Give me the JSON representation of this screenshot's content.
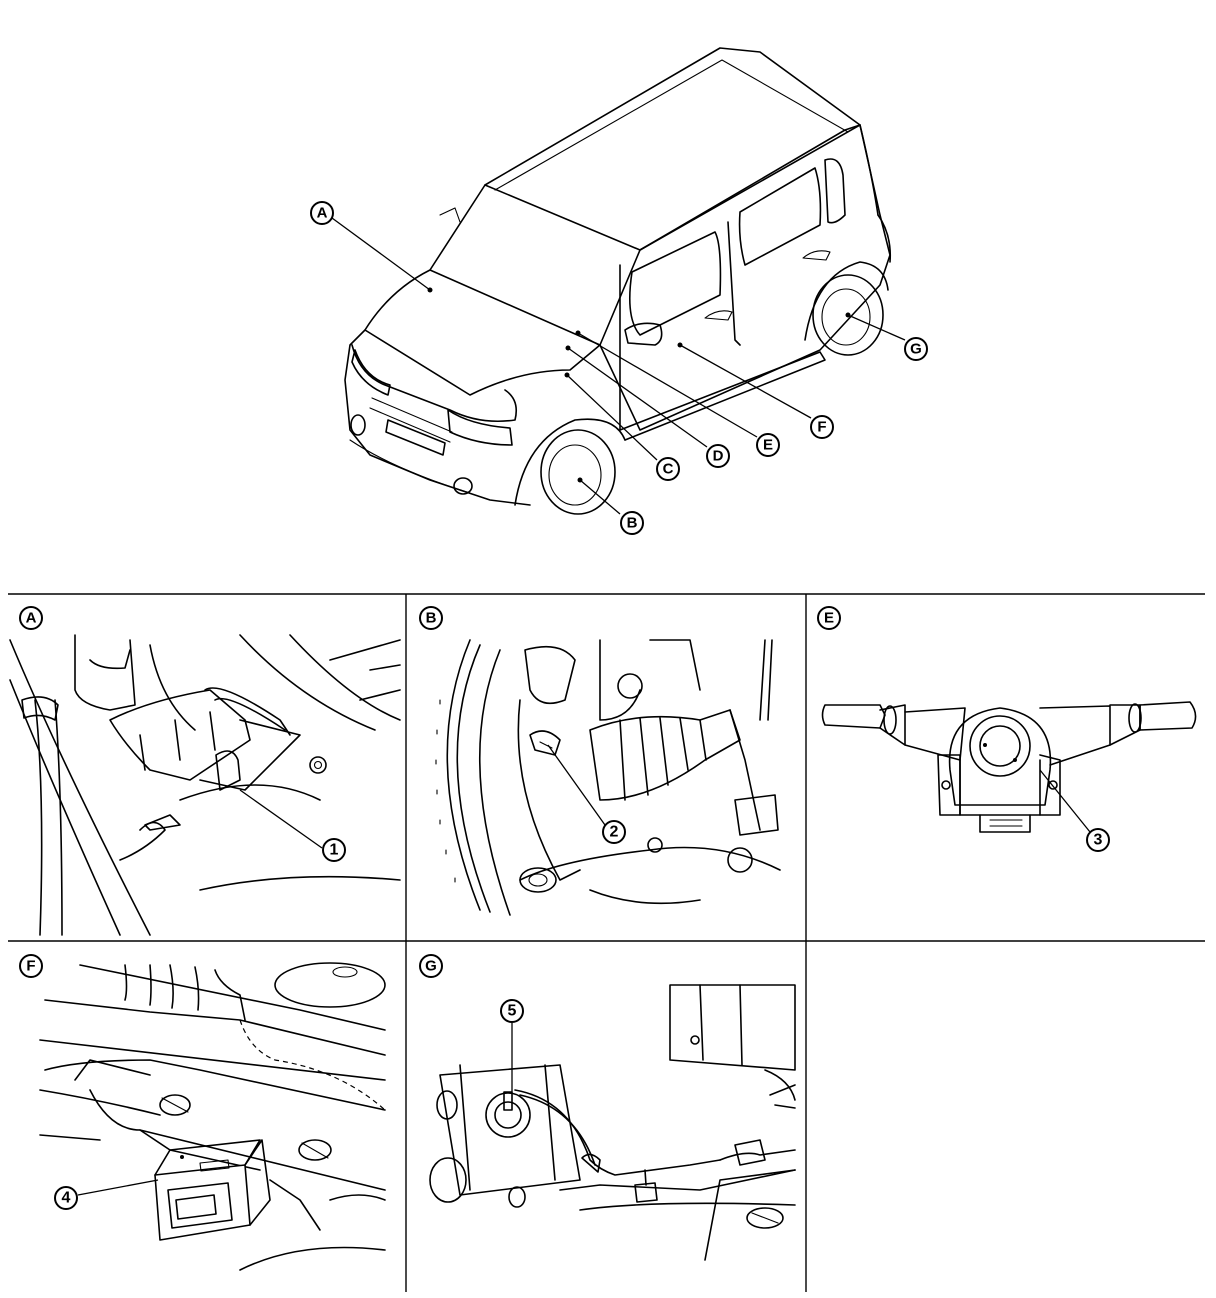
{
  "callouts": {
    "A": "A",
    "B": "B",
    "C": "C",
    "D": "D",
    "E": "E",
    "F": "F",
    "G": "G"
  },
  "panels": [
    {
      "id": "A",
      "label": "A",
      "part_number": "1"
    },
    {
      "id": "B",
      "label": "B",
      "part_number": "2"
    },
    {
      "id": "E",
      "label": "E",
      "part_number": "3"
    },
    {
      "id": "F",
      "label": "F",
      "part_number": "4"
    },
    {
      "id": "G",
      "label": "G",
      "part_number": "5"
    }
  ]
}
